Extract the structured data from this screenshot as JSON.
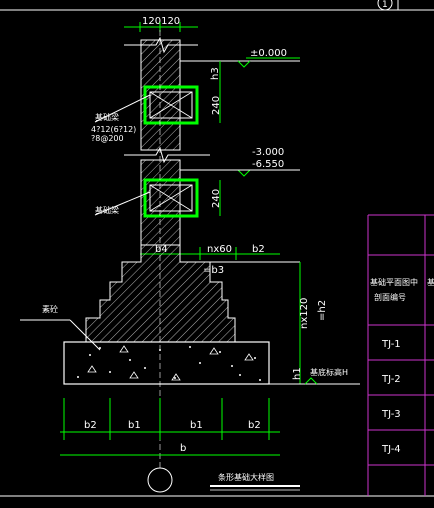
{
  "drawing": {
    "dims_top": "120120",
    "elev_zero": "±0.000",
    "elev_minus1": "-3.000",
    "elev_minus2": "-6.550",
    "dim_h3": "h3",
    "dim_240_upper": "240",
    "dim_240_lower": "240",
    "beam_label_upper": "基础梁",
    "beam_rebar_line1": "4?12(6?12)",
    "beam_rebar_line2": "?8@200",
    "beam_label_lower": "基础梁",
    "dim_b4": "b4",
    "dim_nx60": "nx60",
    "dim_b2_top": "b2",
    "dim_b3": "=b3",
    "dim_nx120": "nx120",
    "dim_h2": "=h2",
    "dim_h1": "h1",
    "label_pile": "素砼",
    "label_base_elev": "基底标高H",
    "dim_b2_left": "b2",
    "dim_b1_left": "b1",
    "dim_b1_right": "b1",
    "dim_b2_right": "b2",
    "dim_b": "b",
    "title": "条形基础大样图",
    "corner_marker": "1"
  },
  "table": {
    "header_col1_line1": "基础平面图中",
    "header_col1_line2": "剖面编号",
    "header_col2": "基",
    "rows": [
      "TJ-1",
      "TJ-2",
      "TJ-3",
      "TJ-4"
    ]
  },
  "colors": {
    "wall_hatch": "#ffffff",
    "dim_green": "#00ff00",
    "table_magenta": "#cc33cc",
    "concrete": "#ffffff",
    "beam_green": "#00ff00"
  }
}
